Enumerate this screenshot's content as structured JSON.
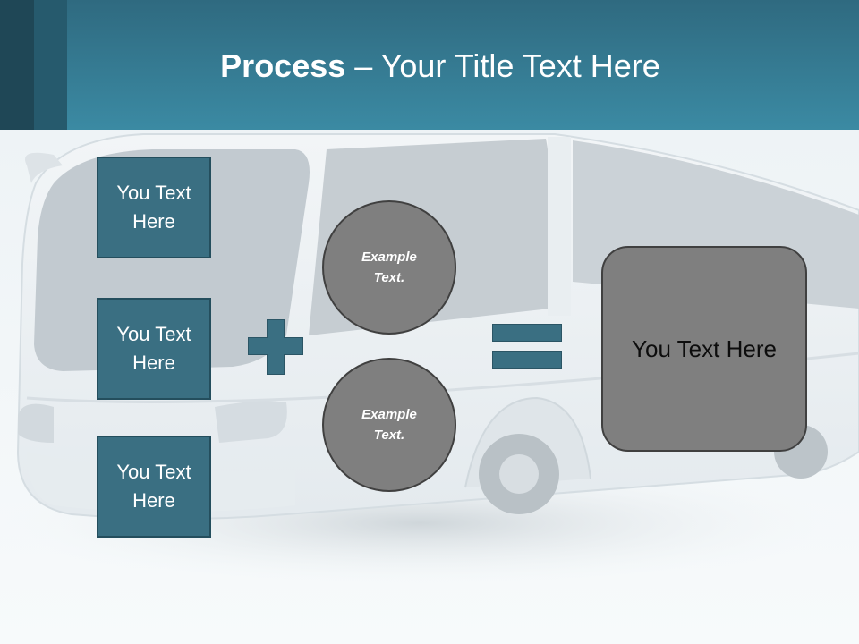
{
  "header": {
    "title_bold": "Process",
    "title_rest": " – Your Title Text Here"
  },
  "left_boxes": [
    {
      "label": "You Text Here"
    },
    {
      "label": "You Text Here"
    },
    {
      "label": "You Text Here"
    }
  ],
  "circles": [
    {
      "label": "Example Text."
    },
    {
      "label": "Example Text."
    }
  ],
  "result": {
    "label": "You Text Here"
  },
  "icons": {
    "plus": "plus-icon",
    "equals": "equals-icon"
  },
  "colors": {
    "header": "#3b8aa3",
    "box_fill": "#3a6f82",
    "circle_fill": "#7f7f7f",
    "result_fill": "#7f7f7f"
  }
}
